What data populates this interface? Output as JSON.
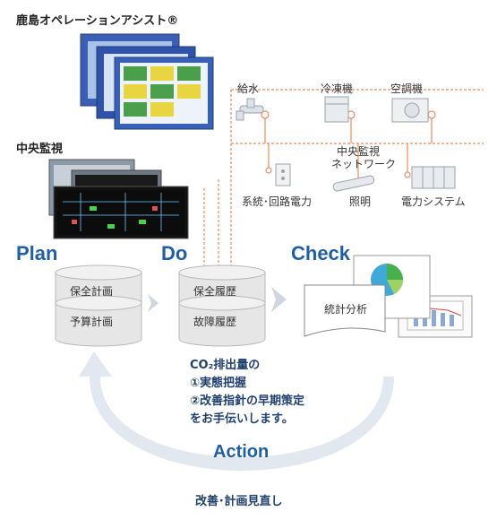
{
  "header": {
    "kashima_title": "鹿島オペレーションアシスト®",
    "central_title": "中央監視"
  },
  "phases": {
    "plan": "Plan",
    "do": "Do",
    "check": "Check",
    "action": "Action"
  },
  "plan_items": [
    "保全計画",
    "予算計画"
  ],
  "do_items": [
    "保全履歴",
    "故障履歴"
  ],
  "check_item": "統計分析",
  "equipment": {
    "water": "給水",
    "freezer": "冷凍機",
    "aircon": "空調機",
    "network": [
      "中央監視",
      "ネットワーク"
    ],
    "power_line": "系統･回路電力",
    "lighting": "照明",
    "power_system": "電力システム"
  },
  "note_lines": [
    "CO₂排出量の",
    "①実態把握",
    "②改善指針の早期策定",
    "をお手伝いします。"
  ],
  "bottom_note": "改善･計画見直し",
  "colors": {
    "accent": "#1f5fa8",
    "network_line": "#f08a5a",
    "arrow": "#dfe6ef",
    "cylinder": "#e4e4e4"
  }
}
